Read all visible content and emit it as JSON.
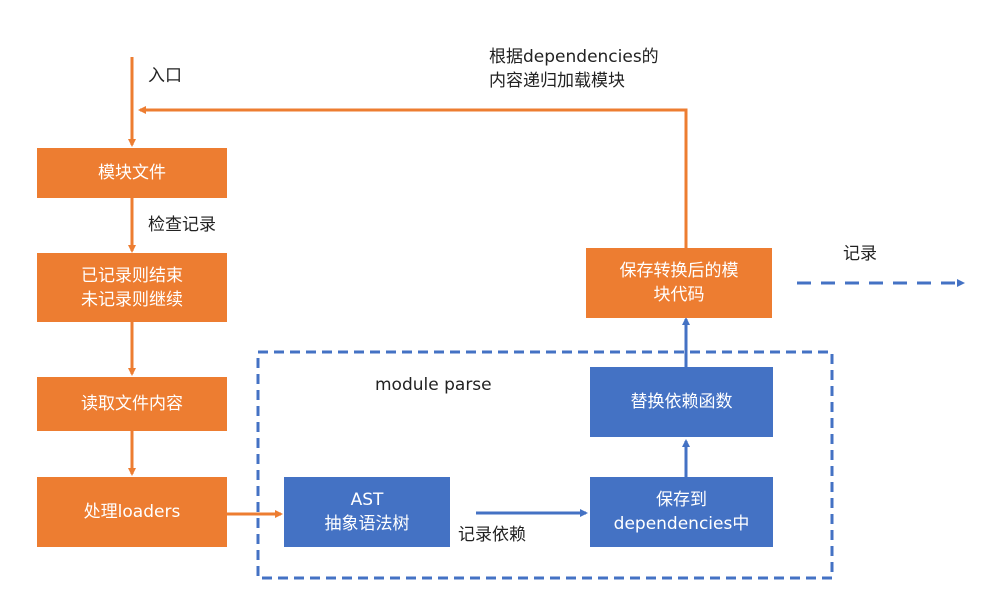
{
  "diagram": {
    "colors": {
      "process": "#ED7D31",
      "parse": "#4472C4",
      "text": "#222222",
      "box_text": "#ffffff"
    },
    "nodes": {
      "module_file": {
        "lines": [
          "模块文件"
        ]
      },
      "check_result": {
        "lines": [
          "已记录则结束",
          "未记录则继续"
        ]
      },
      "read_file": {
        "lines": [
          "读取文件内容"
        ]
      },
      "loaders": {
        "lines": [
          "处理loaders"
        ]
      },
      "ast": {
        "lines": [
          "AST",
          "抽象语法树"
        ]
      },
      "save_deps": {
        "lines": [
          "保存到",
          "dependencies中"
        ]
      },
      "replace_fn": {
        "lines": [
          "替换依赖函数"
        ]
      },
      "save_code": {
        "lines": [
          "保存转换后的模",
          "块代码"
        ]
      }
    },
    "labels": {
      "entry": "入口",
      "check_record": "检查记录",
      "recursive": [
        "根据dependencies的",
        "内容递归加载模块"
      ],
      "record": "记录",
      "record_deps": "记录依赖",
      "group_title": "module parse"
    }
  }
}
